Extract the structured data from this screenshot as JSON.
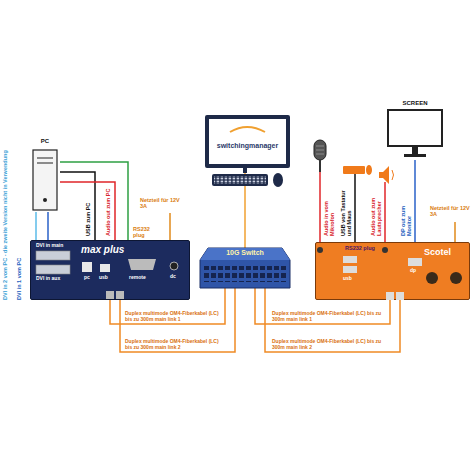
{
  "diagram": {
    "nodes": [
      {
        "text": [
          "PC"
        ]
      },
      {
        "text": [
          "switchingmanager"
        ]
      },
      {
        "text": [
          "SCREEN"
        ]
      },
      {
        "text": [
          "max plus"
        ]
      },
      {
        "text": [
          "10G Switch"
        ]
      },
      {
        "text": [
          "Scotel"
        ]
      }
    ],
    "edges": [
      {
        "from": 0,
        "to": 3,
        "arrow": "none"
      },
      {
        "from": 0,
        "to": 3,
        "arrow": "none"
      },
      {
        "from": 0,
        "to": 3,
        "arrow": "none"
      },
      {
        "from": 0,
        "to": 3,
        "arrow": "none"
      },
      {
        "from": 0,
        "to": 3,
        "arrow": "none"
      },
      {
        "from": 4,
        "to": 1,
        "arrow": "none"
      },
      {
        "from": 3,
        "to": 4,
        "arrow": "none",
        "label": "Duplex multimode OM4-Fiberkabel (LC) bis zu 300m main link 1"
      },
      {
        "from": 3,
        "to": 4,
        "arrow": "none",
        "label": "Duplex multimode OM4-Fiberkabel (LC) bis zu 300m main link 2"
      },
      {
        "from": 4,
        "to": 5,
        "arrow": "none",
        "label": "Duplex multimode OM4-Fiberkabel (LC) bis zu 300m main link 1"
      },
      {
        "from": 4,
        "to": 5,
        "arrow": "none",
        "label": "Duplex multimode OM4-Fiberkabel (LC) bis zu 300m main link 2"
      },
      {
        "from": 2,
        "to": 5,
        "arrow": "none"
      }
    ],
    "labels": [
      "DVI in 2 vom PC - die zweite Version nicht in Verwendung",
      "DVI in 1 vom PC",
      "USB zum PC",
      "Audio out zum PC",
      "RS232 plug",
      "Netzteil für 12V 3A",
      "DVI in main",
      "DVI in aux",
      "pc",
      "usb",
      "remote",
      "dc",
      "Audio in vom Mikrofon",
      "USB von Tastatur und Maus",
      "Audio out zum Lautsprecher",
      "RS232 plug",
      "DP out zum Monitor",
      "Netzteil für 12V 3A",
      "usb",
      "dp"
    ]
  }
}
